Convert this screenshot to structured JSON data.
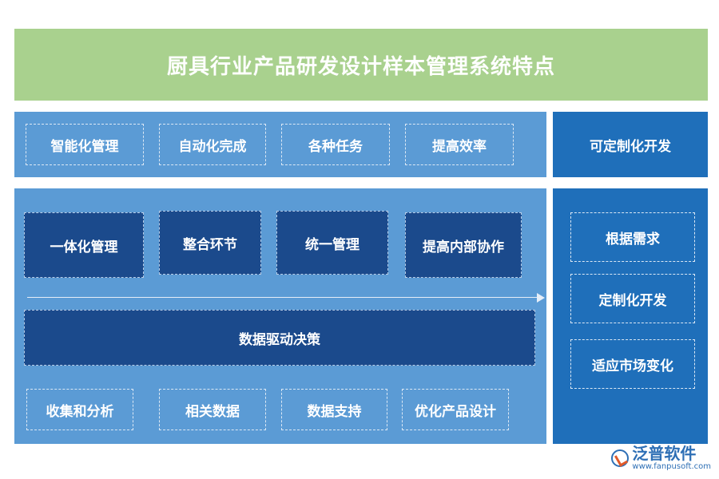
{
  "title": "厨具行业产品研发设计样本管理系统特点",
  "top_row": [
    "智能化管理",
    "自动化完成",
    "各种任务",
    "提高效率"
  ],
  "right_top": "可定制化开发",
  "middle_row": [
    "一体化管理",
    "整合环节",
    "统一管理",
    "提高内部协作"
  ],
  "center_bar": "数据驱动决策",
  "bottom_row": [
    "收集和分析",
    "相关数据",
    "数据支持",
    "优化产品设计"
  ],
  "right_items": [
    "根据需求",
    "定制化开发",
    "适应市场变化"
  ],
  "logo": {
    "name": "泛普软件",
    "url": "www.fanpusoft.com"
  },
  "colors": {
    "title_bg": "#a9d18e",
    "panel_light": "#5b9bd5",
    "panel_dark": "#1f6fba",
    "navy": "#1b4a8c"
  }
}
